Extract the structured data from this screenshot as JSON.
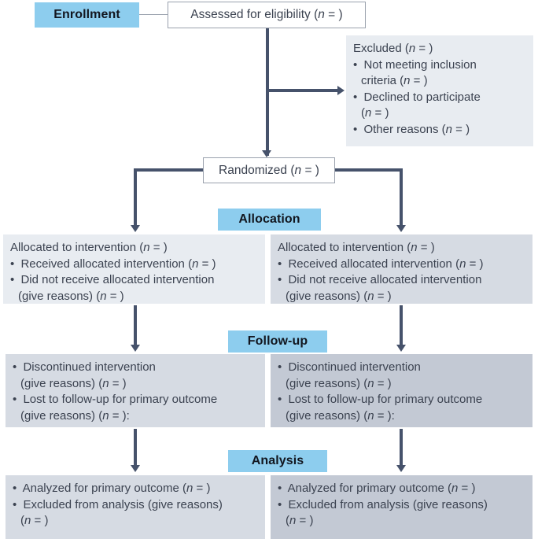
{
  "diagram": {
    "title": "CONSORT participant flow diagram",
    "colors": {
      "badge_background": "#8dcdee",
      "badge_text": "#12161f",
      "panel_light": "#e8ecf1",
      "panel_mid": "#d6dbe3",
      "panel_dark": "#c3c9d4",
      "connector": "#46526b",
      "box_border": "#9aa1ad",
      "text": "#3b4250"
    }
  },
  "stages": {
    "enrollment": "Enrollment",
    "allocation": "Allocation",
    "followup": "Follow-up",
    "analysis": "Analysis"
  },
  "boxes": {
    "assessed": "Assessed for eligibility (n = )",
    "randomized": "Randomized (n = )"
  },
  "excluded": {
    "lead": "Excluded (n = )",
    "items": [
      {
        "text": "Not meeting inclusion",
        "cont": "criteria (n = )"
      },
      {
        "text": "Declined to participate",
        "cont": "(n = )"
      },
      {
        "text": "Other reasons (n = )",
        "cont": ""
      }
    ]
  },
  "allocation": {
    "left": {
      "lead": "Allocated to intervention (n = )",
      "items": [
        {
          "text": "Received allocated intervention (n = )",
          "cont": ""
        },
        {
          "text": "Did not receive allocated intervention",
          "cont": "(give reasons) (n = )"
        }
      ]
    },
    "right": {
      "lead": "Allocated to intervention (n = )",
      "items": [
        {
          "text": "Received allocated intervention (n = )",
          "cont": ""
        },
        {
          "text": "Did not receive allocated intervention",
          "cont": "(give reasons) (n = )"
        }
      ]
    }
  },
  "followup": {
    "left": {
      "items": [
        {
          "text": "Discontinued intervention",
          "cont": "(give reasons) (n = )"
        },
        {
          "text": "Lost to follow-up for primary outcome",
          "cont": "(give reasons) (n = ):"
        }
      ]
    },
    "right": {
      "items": [
        {
          "text": "Discontinued intervention",
          "cont": "(give reasons) (n = )"
        },
        {
          "text": "Lost to follow-up for primary outcome",
          "cont": "(give reasons) (n = ):"
        }
      ]
    }
  },
  "analysis": {
    "left": {
      "items": [
        {
          "text": "Analyzed for primary outcome (n = )",
          "cont": ""
        },
        {
          "text": "Excluded from analysis (give reasons)",
          "cont": "(n = )"
        }
      ]
    },
    "right": {
      "items": [
        {
          "text": "Analyzed for primary outcome (n = )",
          "cont": ""
        },
        {
          "text": "Excluded from analysis (give reasons)",
          "cont": "(n = )"
        }
      ]
    }
  }
}
